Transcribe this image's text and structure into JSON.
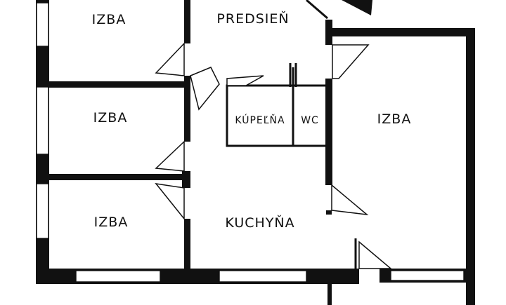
{
  "rooms": {
    "izba_top_left": "IZBA",
    "predsien": "PREDSIEŇ",
    "izba_mid_left": "IZBA",
    "kupelna": "KÚPEĽŇA",
    "wc": "WC",
    "izba_right": "IZBA",
    "izba_bottom_left": "IZBA",
    "kuchyna": "KUCHYŇA"
  },
  "colors": {
    "wall": "#111111",
    "paper": "#ffffff"
  }
}
